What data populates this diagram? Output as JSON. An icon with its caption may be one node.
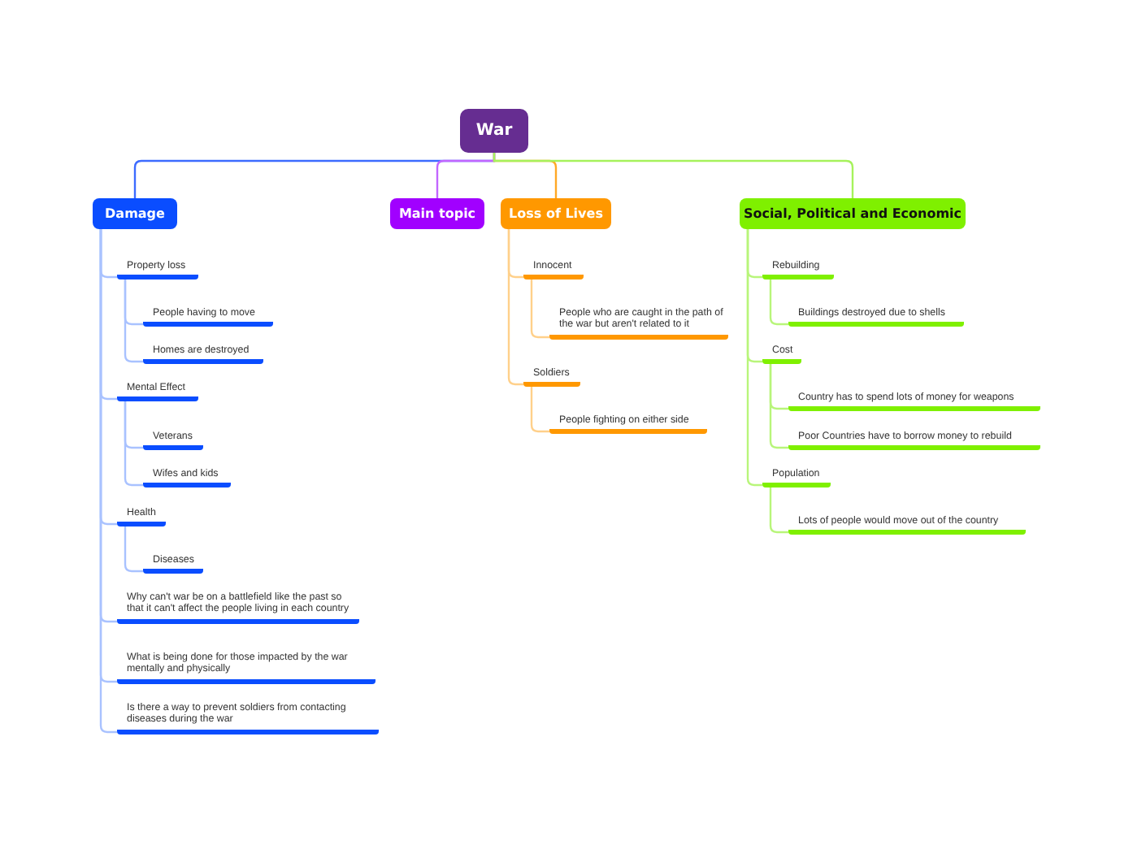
{
  "diagram": {
    "nodes": [
      {
        "text": [
          "War"
        ]
      },
      {
        "text": [
          "Damage"
        ]
      },
      {
        "text": [
          "Main topic"
        ]
      },
      {
        "text": [
          "Loss of Lives"
        ]
      },
      {
        "text": [
          "Social, Political and Economic"
        ]
      },
      {
        "text": [
          "Property loss"
        ]
      },
      {
        "text": [
          "People having to move"
        ]
      },
      {
        "text": [
          "Homes are destroyed"
        ]
      },
      {
        "text": [
          "Mental Effect"
        ]
      },
      {
        "text": [
          "Veterans"
        ]
      },
      {
        "text": [
          "Wifes and kids"
        ]
      },
      {
        "text": [
          "Health"
        ]
      },
      {
        "text": [
          "Diseases"
        ]
      },
      {
        "text": [
          "Why can't war be on a battlefield like the past so that it can't affect the people living in each country"
        ]
      },
      {
        "text": [
          "What is being done for those impacted by the war mentally and physically"
        ]
      },
      {
        "text": [
          "Is there a way to prevent soldiers from contacting diseases during the war"
        ]
      },
      {
        "text": [
          "Innocent"
        ]
      },
      {
        "text": [
          "People who are caught in the path of the war but aren't related to it"
        ]
      },
      {
        "text": [
          "Soldiers"
        ]
      },
      {
        "text": [
          "People fighting on either side"
        ]
      },
      {
        "text": [
          "Rebuilding"
        ]
      },
      {
        "text": [
          "Buildings destroyed due to shells"
        ]
      },
      {
        "text": [
          "Cost"
        ]
      },
      {
        "text": [
          "Country has to spend lots of money for weapons"
        ]
      },
      {
        "text": [
          "Poor Countries have to borrow money to rebuild"
        ]
      },
      {
        "text": [
          "Population"
        ]
      },
      {
        "text": [
          "Lots of people would move out of the country"
        ]
      }
    ],
    "edges": [
      {
        "from": 0,
        "to": 1,
        "arrow": "none",
        "color": "#3d6bff"
      },
      {
        "from": 0,
        "to": 2,
        "arrow": "none",
        "color": "#c266ff"
      },
      {
        "from": 0,
        "to": 3,
        "arrow": "none",
        "color": "#ffa826"
      },
      {
        "from": 0,
        "to": 4,
        "arrow": "none",
        "color": "#a6f25c"
      },
      {
        "from": 1,
        "to": 5,
        "arrow": "none"
      },
      {
        "from": 5,
        "to": 6,
        "arrow": "none"
      },
      {
        "from": 5,
        "to": 7,
        "arrow": "none"
      },
      {
        "from": 1,
        "to": 8,
        "arrow": "none"
      },
      {
        "from": 8,
        "to": 9,
        "arrow": "none"
      },
      {
        "from": 8,
        "to": 10,
        "arrow": "none"
      },
      {
        "from": 1,
        "to": 11,
        "arrow": "none"
      },
      {
        "from": 11,
        "to": 12,
        "arrow": "none"
      },
      {
        "from": 1,
        "to": 13,
        "arrow": "none"
      },
      {
        "from": 1,
        "to": 14,
        "arrow": "none"
      },
      {
        "from": 1,
        "to": 15,
        "arrow": "none"
      },
      {
        "from": 3,
        "to": 16,
        "arrow": "none",
        "color": "#ffd08a"
      },
      {
        "from": 16,
        "to": 17,
        "arrow": "none",
        "color": "#ffd08a"
      },
      {
        "from": 3,
        "to": 18,
        "arrow": "none",
        "color": "#ffd08a"
      },
      {
        "from": 18,
        "to": 19,
        "arrow": "none",
        "color": "#ffd08a"
      },
      {
        "from": 4,
        "to": 20,
        "arrow": "none",
        "color": "#b8f57a"
      },
      {
        "from": 20,
        "to": 21,
        "arrow": "none",
        "color": "#b8f57a"
      },
      {
        "from": 4,
        "to": 22,
        "arrow": "none",
        "color": "#b8f57a"
      },
      {
        "from": 22,
        "to": 23,
        "arrow": "none",
        "color": "#b8f57a"
      },
      {
        "from": 22,
        "to": 24,
        "arrow": "none",
        "color": "#b8f57a"
      },
      {
        "from": 4,
        "to": 25,
        "arrow": "none",
        "color": "#b8f57a"
      },
      {
        "from": 25,
        "to": 26,
        "arrow": "none",
        "color": "#b8f57a"
      }
    ]
  }
}
